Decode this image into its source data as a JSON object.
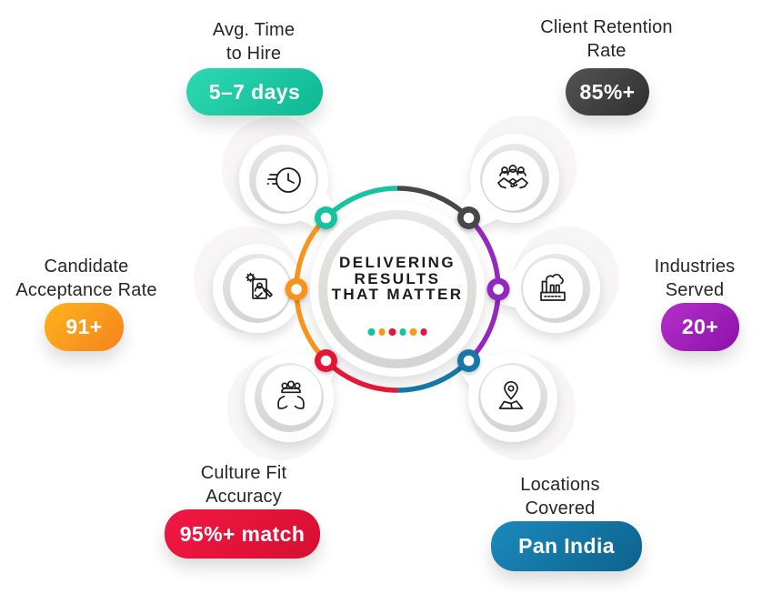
{
  "title": "Delivering Results That Matter infographic",
  "center": {
    "line1": "DELIVERING",
    "line2": "RESULTS",
    "line3": "THAT MATTER",
    "dot_colors": [
      "#13c2a0",
      "#f8971d",
      "#e5163a",
      "#13c2a0",
      "#f8971d",
      "#e5163a"
    ]
  },
  "metrics": [
    {
      "id": "avg-time-to-hire",
      "label_line1": "Avg. Time",
      "label_line2": "to Hire",
      "value": "5–7 days",
      "color": "#14c0a0",
      "icon": "speed-clock-icon",
      "position": "top-left"
    },
    {
      "id": "client-retention-rate",
      "label_line1": "Client Retention",
      "label_line2": "Rate",
      "value": "85%+",
      "color": "#3e3e3e",
      "icon": "handshake-team-icon",
      "position": "top-right"
    },
    {
      "id": "candidate-acceptance-rate",
      "label_line1": "Candidate",
      "label_line2": "Acceptance Rate",
      "value": "91+",
      "color": "#fca11c",
      "icon": "candidate-document-icon",
      "position": "left"
    },
    {
      "id": "industries-served",
      "label_line1": "Industries",
      "label_line2": "Served",
      "value": "20+",
      "color": "#a32cc0",
      "icon": "factory-icon",
      "position": "right"
    },
    {
      "id": "culture-fit-accuracy",
      "label_line1": "Culture Fit",
      "label_line2": "Accuracy",
      "value": "95%+ match",
      "color": "#e9123e",
      "icon": "caring-hands-team-icon",
      "position": "bottom-left"
    },
    {
      "id": "locations-covered",
      "label_line1": "Locations",
      "label_line2": "Covered",
      "value": "Pan India",
      "color": "#147aab",
      "icon": "map-pin-icon",
      "position": "bottom-right"
    }
  ],
  "ring": {
    "segment_colors": {
      "teal": "#17c3a1",
      "dark": "#474747",
      "purple": "#9327be",
      "blue": "#1478a7",
      "red": "#e31837",
      "orange": "#f8941c"
    },
    "connector_dot_colors": [
      "#17c3a1",
      "#474747",
      "#9327be",
      "#1478a7",
      "#e31837",
      "#f8941c"
    ]
  }
}
